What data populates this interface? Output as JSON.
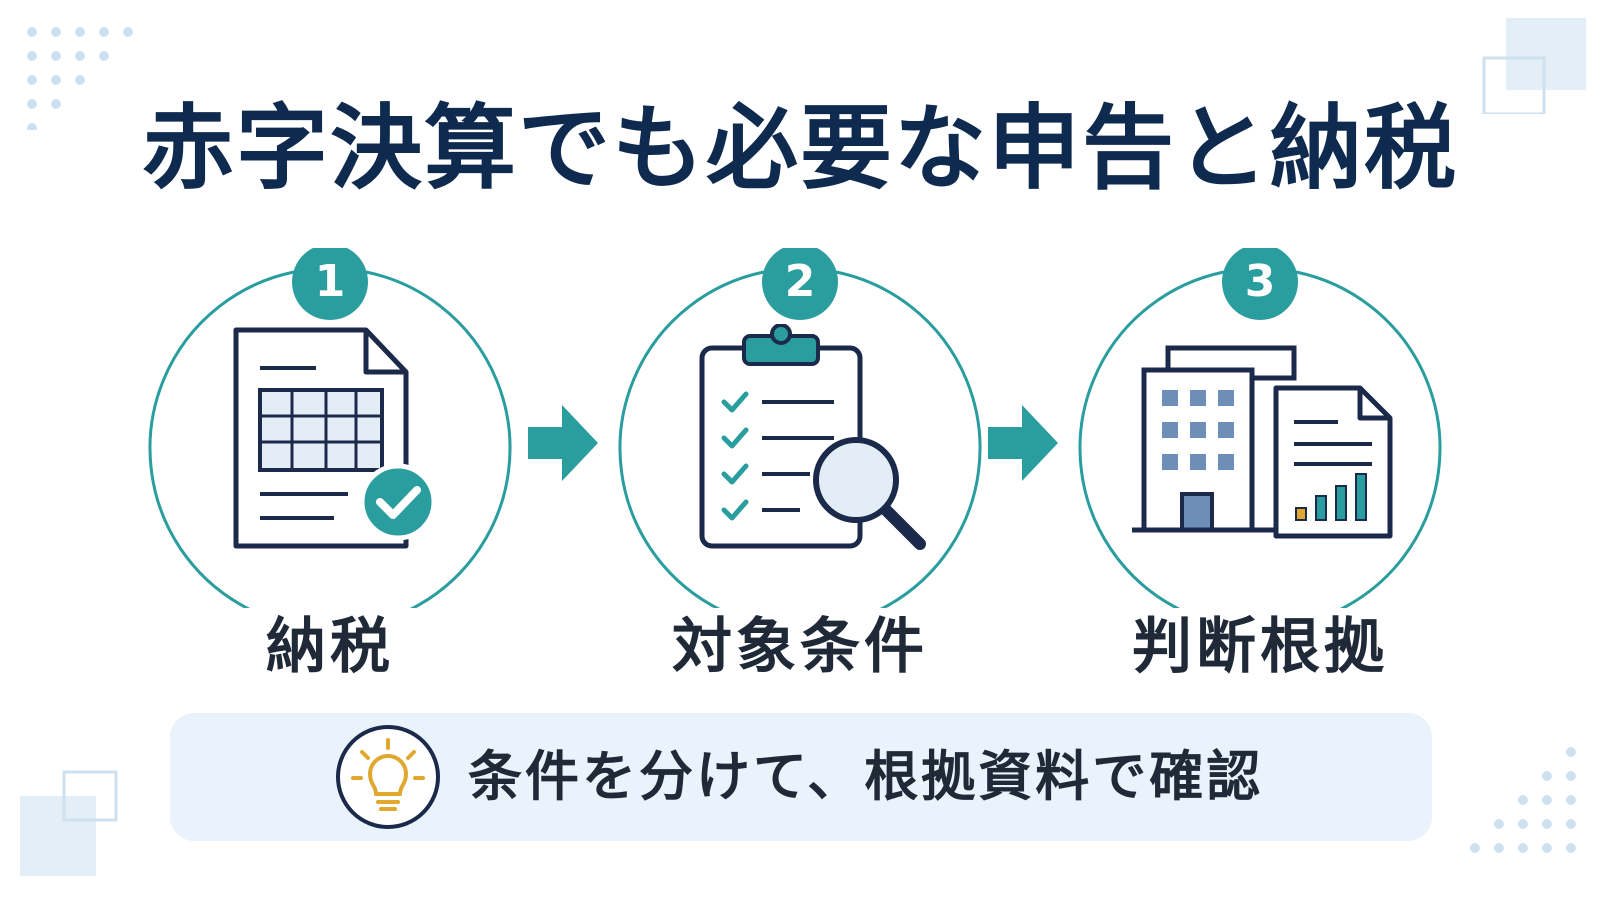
{
  "title": "赤字決算でも必要な申告と納税",
  "colors": {
    "teal": "#2a9d9f",
    "navy": "#0f2a4f",
    "tip_bg": "#eaf3fb",
    "bulb": "#e0a82e"
  },
  "steps": [
    {
      "number": "1",
      "label": "納税",
      "icon": "spreadsheet-document-check-icon"
    },
    {
      "number": "2",
      "label": "対象条件",
      "icon": "clipboard-checklist-magnifier-icon"
    },
    {
      "number": "3",
      "label": "判断根拠",
      "icon": "building-report-chart-icon"
    }
  ],
  "tip": {
    "icon": "lightbulb-icon",
    "text": "条件を分けて、根拠資料で確認"
  }
}
